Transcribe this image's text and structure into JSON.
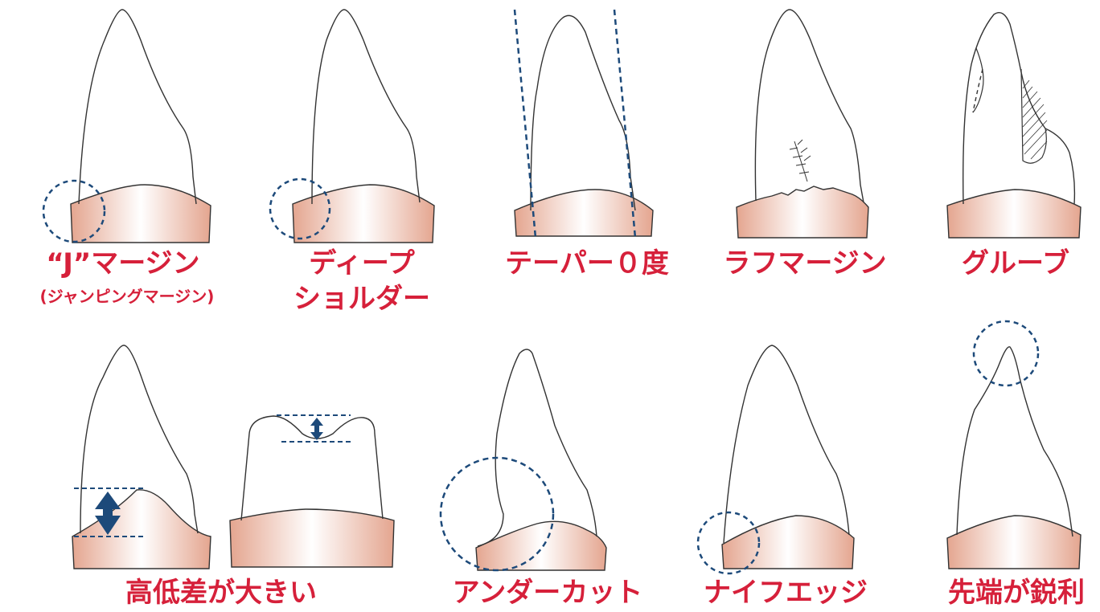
{
  "colors": {
    "label": "#d6203a",
    "marker": "#1d4a7a",
    "outline": "#333333",
    "gum_edge": "#e4a58f",
    "gum_center": "#ffffff"
  },
  "items": [
    {
      "id": "j-margin",
      "label": "“J”マージン",
      "sublabel": "(ジャンピングマージン)"
    },
    {
      "id": "deep-shoulder",
      "label": "ディープ",
      "label2": "ショルダー"
    },
    {
      "id": "taper-zero",
      "label": "テーパー０度"
    },
    {
      "id": "rough-margin",
      "label": "ラフマージン"
    },
    {
      "id": "groove",
      "label": "グルーブ"
    },
    {
      "id": "height-difference",
      "label": "高低差が大きい"
    },
    {
      "id": "undercut",
      "label": "アンダーカット"
    },
    {
      "id": "knife-edge",
      "label": "ナイフエッジ"
    },
    {
      "id": "sharp-tip",
      "label": "先端が鋭利"
    }
  ]
}
